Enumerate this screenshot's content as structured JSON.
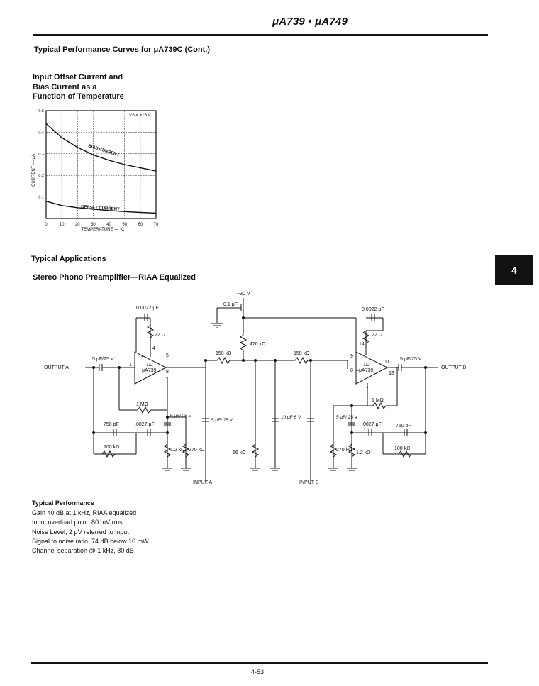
{
  "header": {
    "title": "μA739 • μA749"
  },
  "section": {
    "title": "Typical Performance Curves for μA739C  (Cont.)"
  },
  "chart_title": "Input Offset Current and\nBias Current as a\nFunction of Temperature",
  "chart_data": {
    "type": "line",
    "title": "Input Offset Current and Bias Current as a Function of Temperature",
    "xlabel": "TEMPERATURE — °C",
    "ylabel": "CURRENT — μA",
    "xlim": [
      0,
      70
    ],
    "ylim": [
      0,
      0.5
    ],
    "x_ticks": [
      "0",
      "10",
      "20",
      "30",
      "40",
      "50",
      "60",
      "70"
    ],
    "y_ticks": [
      "0.1",
      "0.2",
      "0.3",
      "0.4",
      "0.5"
    ],
    "grid": true,
    "annotation": "VS = ±15 V",
    "x": [
      0,
      10,
      20,
      30,
      40,
      50,
      60,
      70
    ],
    "series": [
      {
        "name": "BIAS CURRENT",
        "values": [
          0.44,
          0.375,
          0.33,
          0.295,
          0.27,
          0.25,
          0.235,
          0.22
        ]
      },
      {
        "name": "OFFSET CURRENT",
        "values": [
          0.08,
          0.06,
          0.05,
          0.043,
          0.037,
          0.032,
          0.028,
          0.025
        ]
      }
    ]
  },
  "applications": {
    "title": "Typical Applications",
    "subtitle": "Stereo Phono Preamplifier—RIAA Equalized"
  },
  "side_tab": {
    "label": "4"
  },
  "schematic": {
    "supply": "−30 V",
    "c_supply": "0.1 μF",
    "r_supply": "470 kΩ",
    "c_fb_a": "0.0022 μF",
    "r_fb_a": "22 Ω",
    "c_fb_b": "0.0022 μF",
    "r_fb_b": "22 Ω",
    "c_out_a": "5 μF/25 V",
    "c_out_b": "5 μF/25 V",
    "output_a": "OUTPUT A",
    "output_b": "OUTPUT B",
    "amp_a_half": "1/2",
    "amp_a_name": "μA739",
    "amp_b_half": "1/2",
    "amp_b_name": "μA739",
    "pins_a": [
      "3",
      "4",
      "5",
      "1",
      "8"
    ],
    "pins_b": [
      "14",
      "9",
      "11",
      "13",
      "8",
      "7"
    ],
    "r_bias_a": "150 kΩ",
    "r_bias_b": "150 kΩ",
    "r_fb_mega_a": "1 MΩ",
    "r_fb_mega_b": "1 MΩ",
    "c_emitter_a": "5 μF/ 25 V",
    "c_emitter_b": "5 μF/ 25 V",
    "c_riaa1_a": "750 pF",
    "c_riaa2_a": ".0027 μF",
    "r_riaa_a": "100 kΩ",
    "c_riaa1_b": "750 pF",
    "c_riaa2_b": ".0027 μF",
    "r_riaa_b": "100 kΩ",
    "r_12k_a": "1.2 kΩ",
    "r_270k_a": "270 kΩ",
    "r_12k_b": "1.2 kΩ",
    "r_270k_b": "270 kΩ",
    "c_in_a": "5 μF/ 25 V",
    "r_56k": "56 kΩ",
    "c_10uf": "10 μF 6 V",
    "input_a": "INPUT A",
    "input_b": "INPUT B"
  },
  "performance": {
    "title": "Typical Performance",
    "items": [
      "Gain 40 dB at 1 kHz, RIAA equalized",
      "Input overload point, 80 mV rms",
      "Noise Level, 2 μV referred to input",
      "Signal to noise ratio, 74 dB below 10 mW",
      "Channel separation @ 1 kHz, 80 dB"
    ]
  },
  "footer": {
    "page_number": "4-53"
  }
}
